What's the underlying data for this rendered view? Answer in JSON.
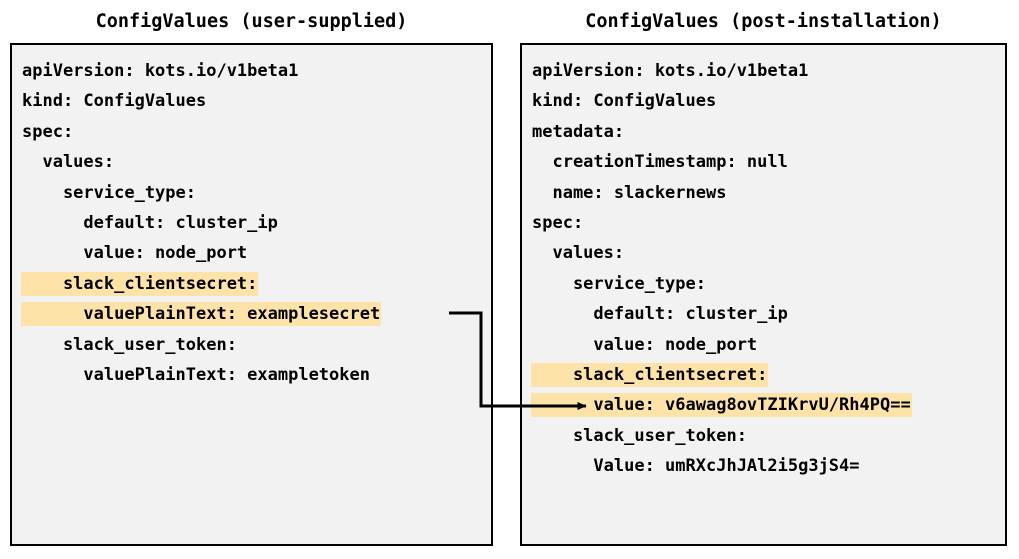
{
  "panels": {
    "left": {
      "title": "ConfigValues (user-supplied)",
      "lines": [
        {
          "text": "apiVersion: kots.io/v1beta1",
          "highlight": false
        },
        {
          "text": "kind: ConfigValues",
          "highlight": false
        },
        {
          "text": "spec:",
          "highlight": false
        },
        {
          "text": "  values:",
          "highlight": false
        },
        {
          "text": "    service_type:",
          "highlight": false
        },
        {
          "text": "      default: cluster_ip",
          "highlight": false
        },
        {
          "text": "      value: node_port",
          "highlight": false
        },
        {
          "text": "    slack_clientsecret:",
          "highlight": true
        },
        {
          "text": "      valuePlainText: examplesecret",
          "highlight": true
        },
        {
          "text": "    slack_user_token:",
          "highlight": false
        },
        {
          "text": "      valuePlainText: exampletoken",
          "highlight": false
        }
      ]
    },
    "right": {
      "title": "ConfigValues (post-installation)",
      "lines": [
        {
          "text": "apiVersion: kots.io/v1beta1",
          "highlight": false
        },
        {
          "text": "kind: ConfigValues",
          "highlight": false
        },
        {
          "text": "metadata:",
          "highlight": false
        },
        {
          "text": "  creationTimestamp: null",
          "highlight": false
        },
        {
          "text": "  name: slackernews",
          "highlight": false
        },
        {
          "text": "spec:",
          "highlight": false
        },
        {
          "text": "  values:",
          "highlight": false
        },
        {
          "text": "    service_type:",
          "highlight": false
        },
        {
          "text": "      default: cluster_ip",
          "highlight": false
        },
        {
          "text": "      value: node_port",
          "highlight": false
        },
        {
          "text": "    slack_clientsecret:",
          "highlight": true
        },
        {
          "text": "      value: v6awag8ovTZIKrvU/Rh4PQ==",
          "highlight": true
        },
        {
          "text": "    slack_user_token:",
          "highlight": false
        },
        {
          "text": "      Value: umRXcJhJAl2i5g3jS4=",
          "highlight": false
        }
      ]
    }
  },
  "connector": {
    "description": "arrow from user-supplied valuePlainText to post-installation encoded value",
    "color": "#000000"
  },
  "colors": {
    "highlight": "#fde3a7",
    "panel_background": "#f2f2f2",
    "panel_border": "#000000",
    "text": "#000000",
    "page_background": "#ffffff"
  }
}
